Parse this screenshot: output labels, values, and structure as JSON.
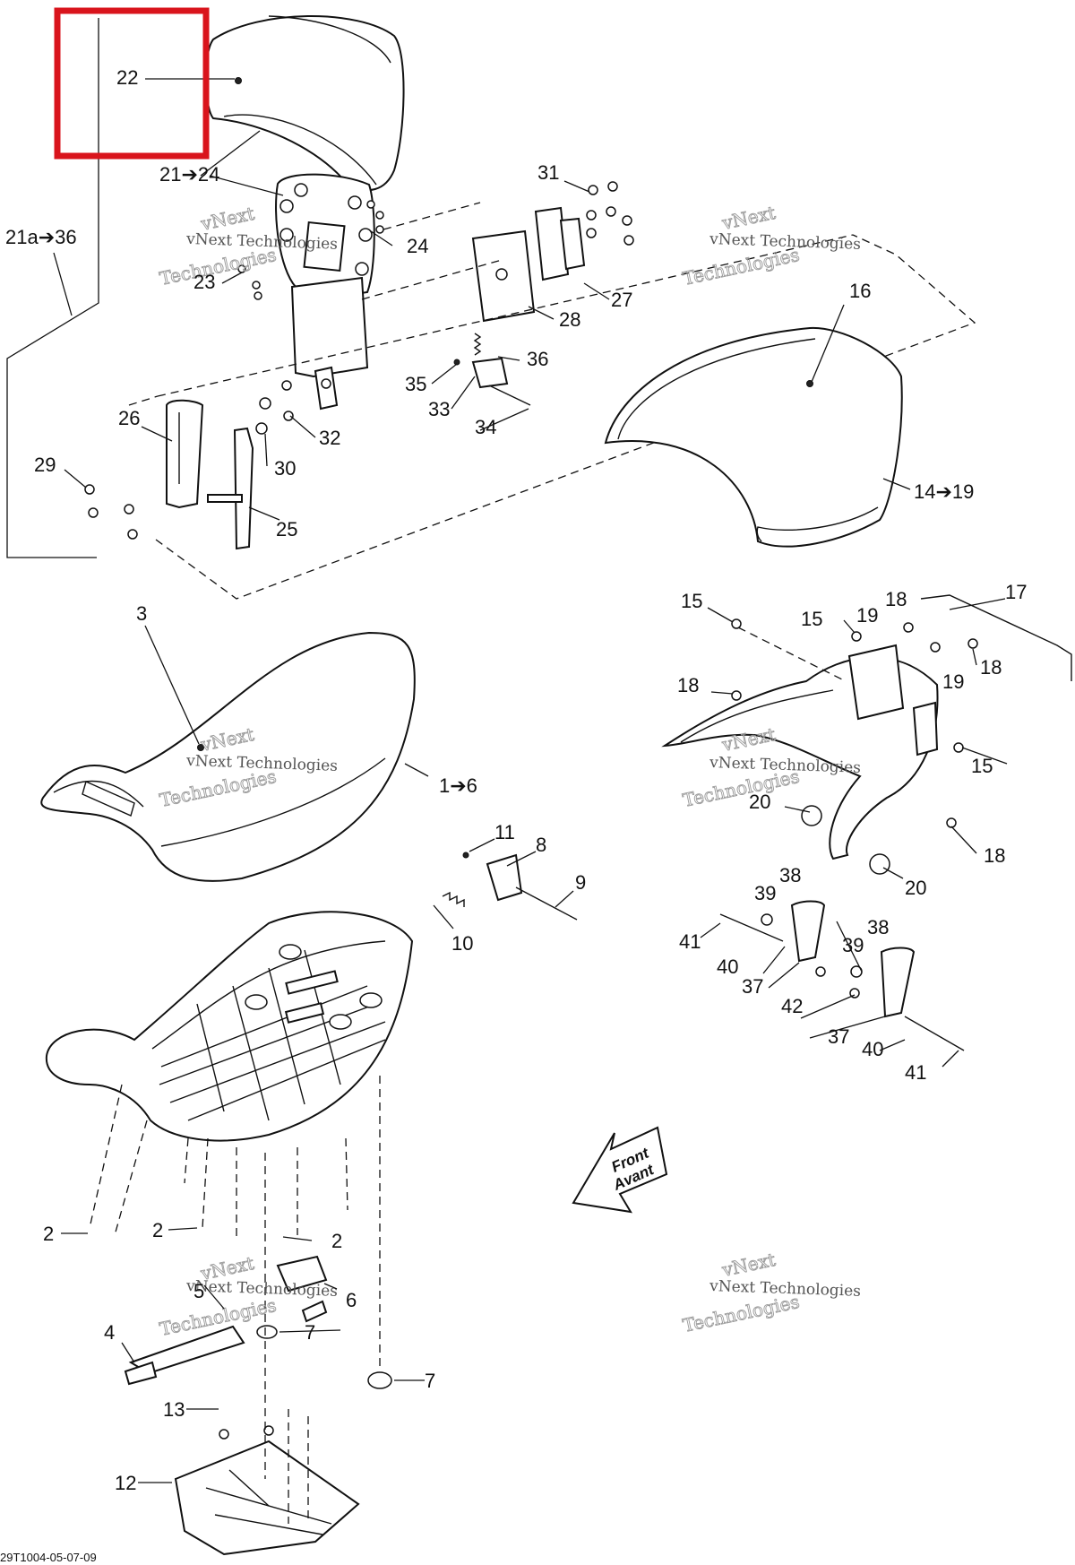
{
  "diagram": {
    "callouts": {
      "c1": "1➔6",
      "c2a": "2",
      "c2b": "2",
      "c2c": "2",
      "c3": "3",
      "c4": "4",
      "c5": "5",
      "c6": "6",
      "c7a": "7",
      "c7b": "7",
      "c8": "8",
      "c9": "9",
      "c10": "10",
      "c11": "11",
      "c12": "12",
      "c13": "13",
      "c14": "14➔19",
      "c15a": "15",
      "c15b": "15",
      "c15c": "15",
      "c16": "16",
      "c17": "17",
      "c18a": "18",
      "c18b": "18",
      "c18c": "18",
      "c18d": "18",
      "c19a": "19",
      "c19b": "19",
      "c20a": "20",
      "c20b": "20",
      "c21a": "21a➔36",
      "c21": "21➔24",
      "c22": "22",
      "c23": "23",
      "c24": "24",
      "c25": "25",
      "c26": "26",
      "c27": "27",
      "c28": "28",
      "c29": "29",
      "c30": "30",
      "c31": "31",
      "c32": "32",
      "c33": "33",
      "c34": "34",
      "c35": "35",
      "c36": "36",
      "c37a": "37",
      "c37b": "37",
      "c38a": "38",
      "c38b": "38",
      "c39a": "39",
      "c39b": "39",
      "c40a": "40",
      "c40b": "40",
      "c41a": "41",
      "c41b": "41",
      "c42": "42"
    },
    "watermark": {
      "line1": "vNext",
      "line2": "vNext Technologies",
      "line3": "Technologies"
    },
    "front_arrow": {
      "line1": "Front",
      "line2": "Avant"
    },
    "drawing_code": "29T1004-05-07-09",
    "highlight_color": "#d9141c"
  }
}
